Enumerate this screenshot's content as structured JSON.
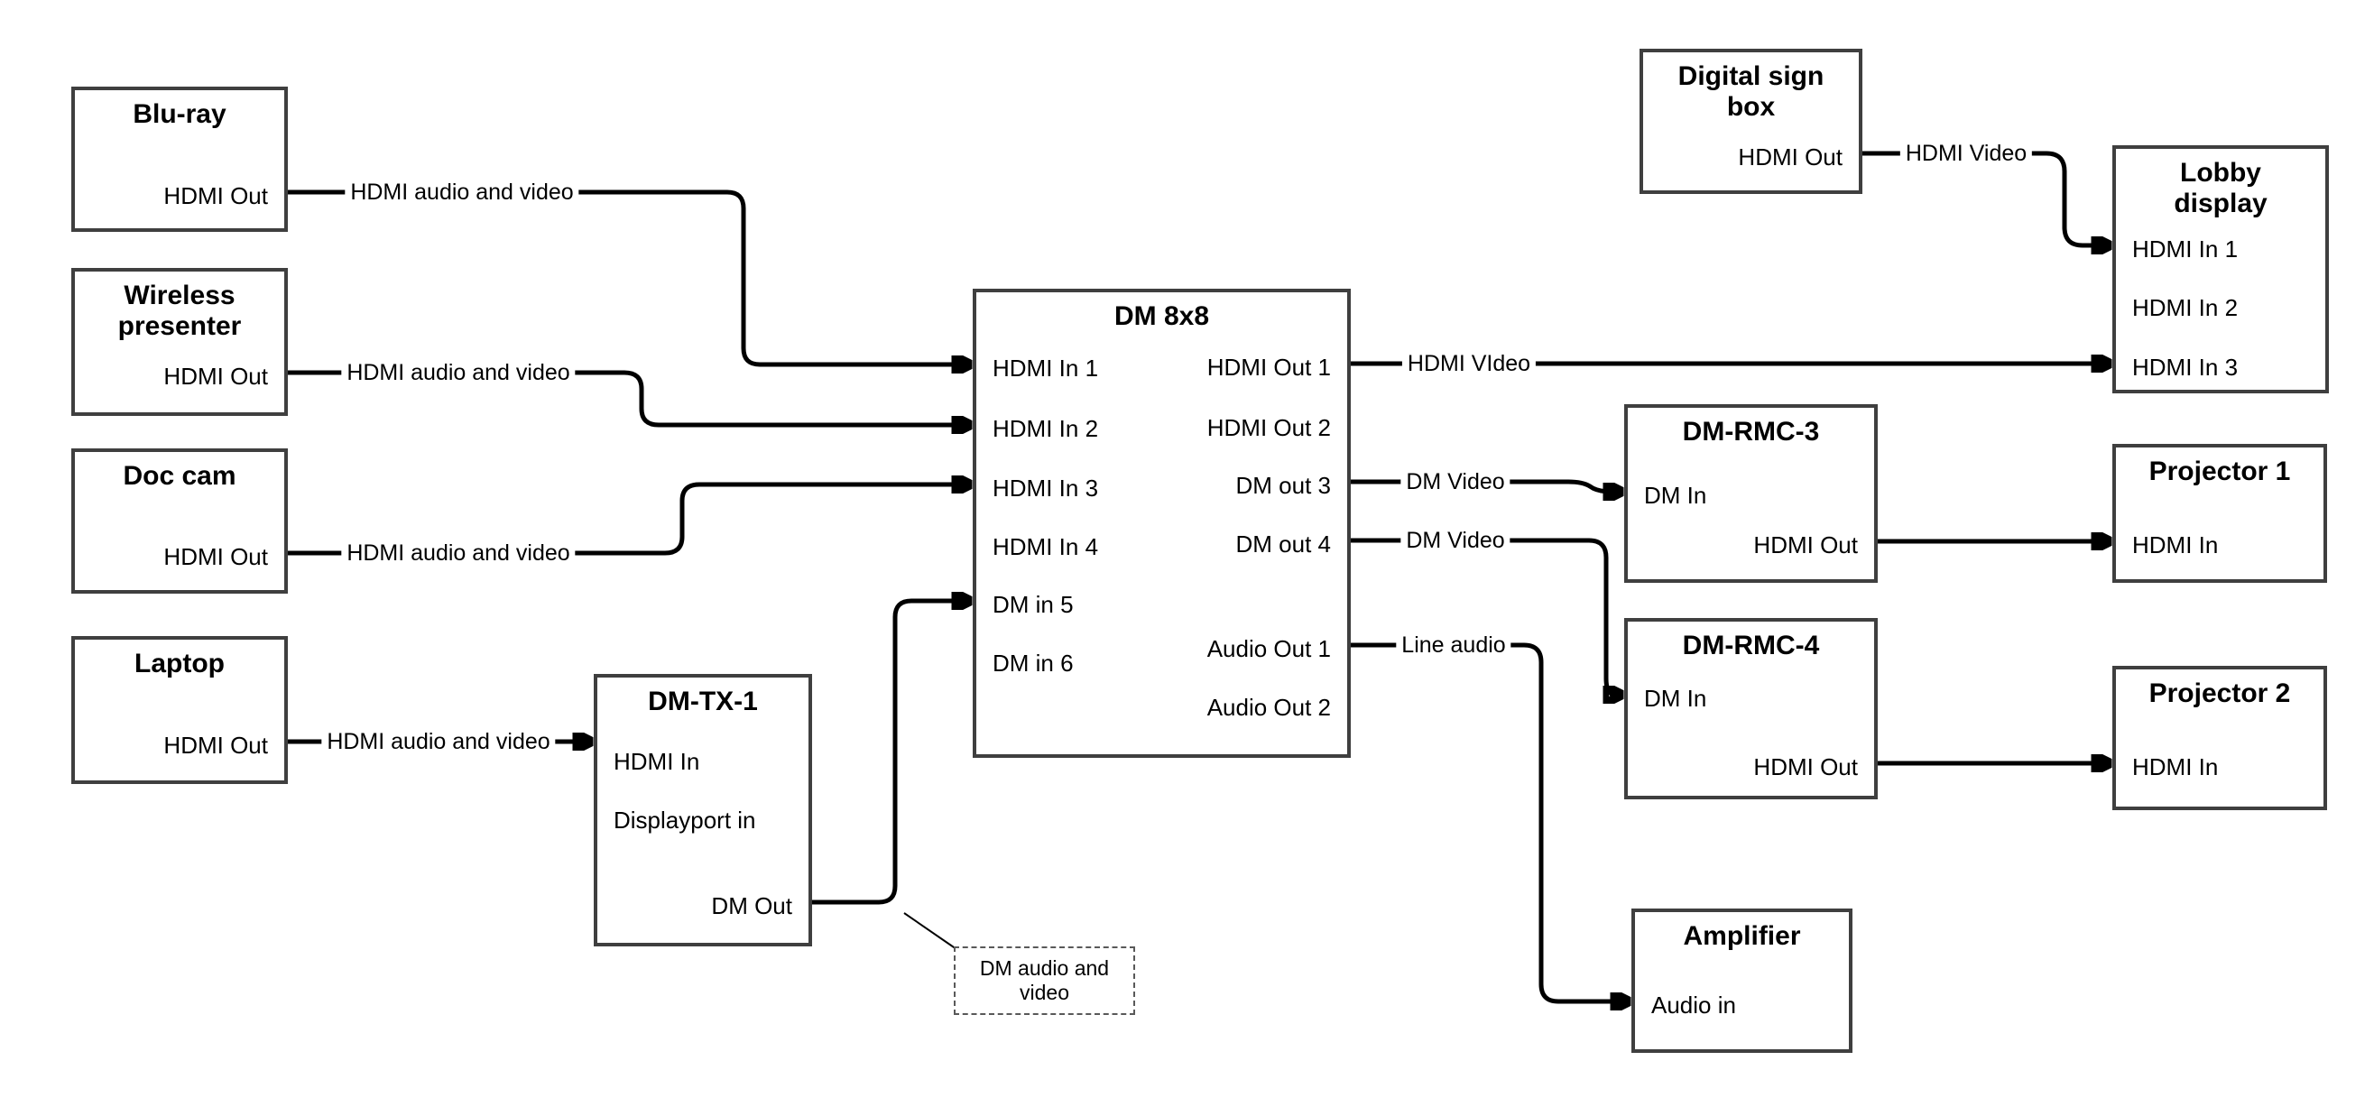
{
  "diagram": {
    "colors": {
      "wire": "#000000",
      "box_border": "#3f3f3f",
      "background": "#ffffff"
    },
    "nodes": {
      "bluray": {
        "title": "Blu-ray",
        "ports": {
          "hdmi_out": "HDMI Out"
        }
      },
      "wireless": {
        "title": "Wireless presenter",
        "ports": {
          "hdmi_out": "HDMI Out"
        }
      },
      "doccam": {
        "title": "Doc cam",
        "ports": {
          "hdmi_out": "HDMI Out"
        }
      },
      "laptop": {
        "title": "Laptop",
        "ports": {
          "hdmi_out": "HDMI Out"
        }
      },
      "dmtx1": {
        "title": "DM-TX-1",
        "ports": {
          "hdmi_in": "HDMI In",
          "dp_in": "Displayport in",
          "dm_out": "DM Out"
        }
      },
      "dm8x8": {
        "title": "DM 8x8",
        "ports": {
          "hdmi_in_1": "HDMI In 1",
          "hdmi_in_2": "HDMI In 2",
          "hdmi_in_3": "HDMI In 3",
          "hdmi_in_4": "HDMI In 4",
          "dm_in_5": "DM in 5",
          "dm_in_6": "DM in 6",
          "hdmi_out_1": "HDMI Out 1",
          "hdmi_out_2": "HDMI Out 2",
          "dm_out_3": "DM out 3",
          "dm_out_4": "DM out 4",
          "audio_out_1": "Audio Out 1",
          "audio_out_2": "Audio Out 2"
        }
      },
      "digitalsign": {
        "title": "Digital sign box",
        "ports": {
          "hdmi_out": "HDMI Out"
        }
      },
      "lobby": {
        "title": "Lobby display",
        "ports": {
          "hdmi_in_1": "HDMI In 1",
          "hdmi_in_2": "HDMI In 2",
          "hdmi_in_3": "HDMI In 3"
        }
      },
      "dmrmc3": {
        "title": "DM-RMC-3",
        "ports": {
          "dm_in": "DM In",
          "hdmi_out": "HDMI Out"
        }
      },
      "proj1": {
        "title": "Projector 1",
        "ports": {
          "hdmi_in": "HDMI In"
        }
      },
      "dmrmc4": {
        "title": "DM-RMC-4",
        "ports": {
          "dm_in": "DM In",
          "hdmi_out": "HDMI Out"
        }
      },
      "proj2": {
        "title": "Projector 2",
        "ports": {
          "hdmi_in": "HDMI In"
        }
      },
      "amplifier": {
        "title": "Amplifier",
        "ports": {
          "audio_in": "Audio in"
        }
      }
    },
    "links": {
      "bluray_dm8x8": {
        "label": "HDMI audio and video"
      },
      "wireless_dm8x8": {
        "label": "HDMI audio and video"
      },
      "doccam_dm8x8": {
        "label": "HDMI audio and video"
      },
      "laptop_dmtx1": {
        "label": "HDMI audio and video"
      },
      "hdmiout1_lobby": {
        "label": "HDMI VIdeo"
      },
      "digitalsign_lobby": {
        "label": "HDMI Video"
      },
      "dmout3_rmc3": {
        "label": "DM Video"
      },
      "dmout4_rmc4": {
        "label": "DM Video"
      },
      "audioout1_amp": {
        "label": "Line audio"
      }
    },
    "note": {
      "text": "DM audio and video"
    }
  }
}
